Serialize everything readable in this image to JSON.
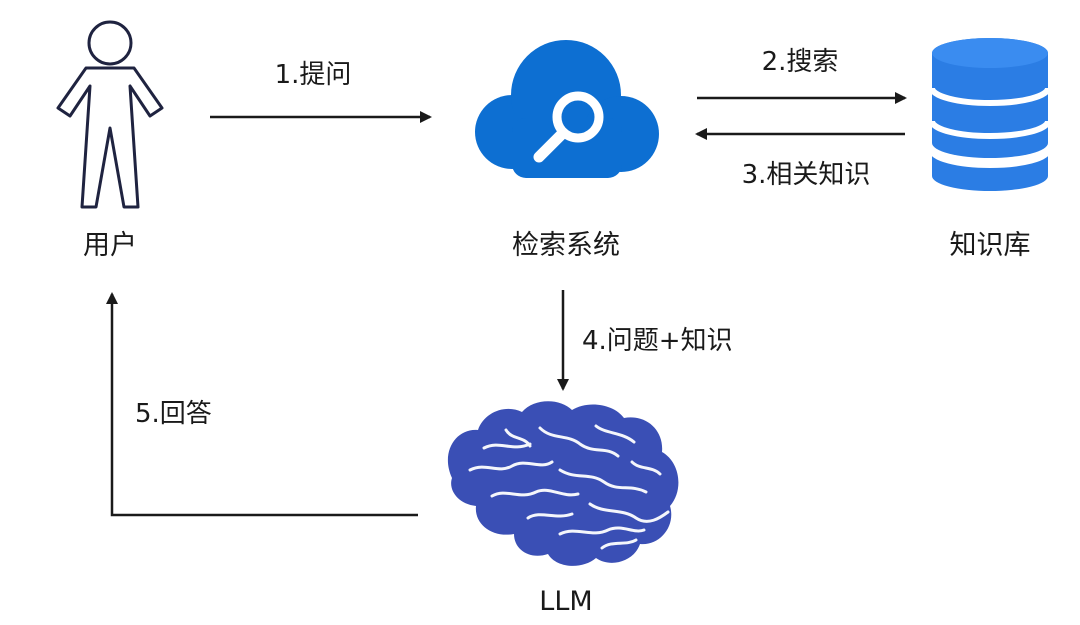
{
  "nodes": {
    "user": {
      "label": "用户",
      "icon": "person-outline-icon"
    },
    "retrieval": {
      "label": "检索系统",
      "icon": "cloud-search-icon"
    },
    "knowledge_base": {
      "label": "知识库",
      "icon": "database-icon"
    },
    "llm": {
      "label": "LLM",
      "icon": "brain-icon"
    }
  },
  "edges": {
    "ask": {
      "label": "1.提问"
    },
    "search": {
      "label": "2.搜索"
    },
    "relevant": {
      "label": "3.相关知识"
    },
    "question_knowledge": {
      "label": "4.问题+知识"
    },
    "answer": {
      "label": "5.回答"
    }
  },
  "colors": {
    "cloud": "#0d6fd2",
    "database": "#2b7de4",
    "brain": "#3a4fb5",
    "stroke": "#1a1a1a",
    "person": "#1f2340"
  }
}
